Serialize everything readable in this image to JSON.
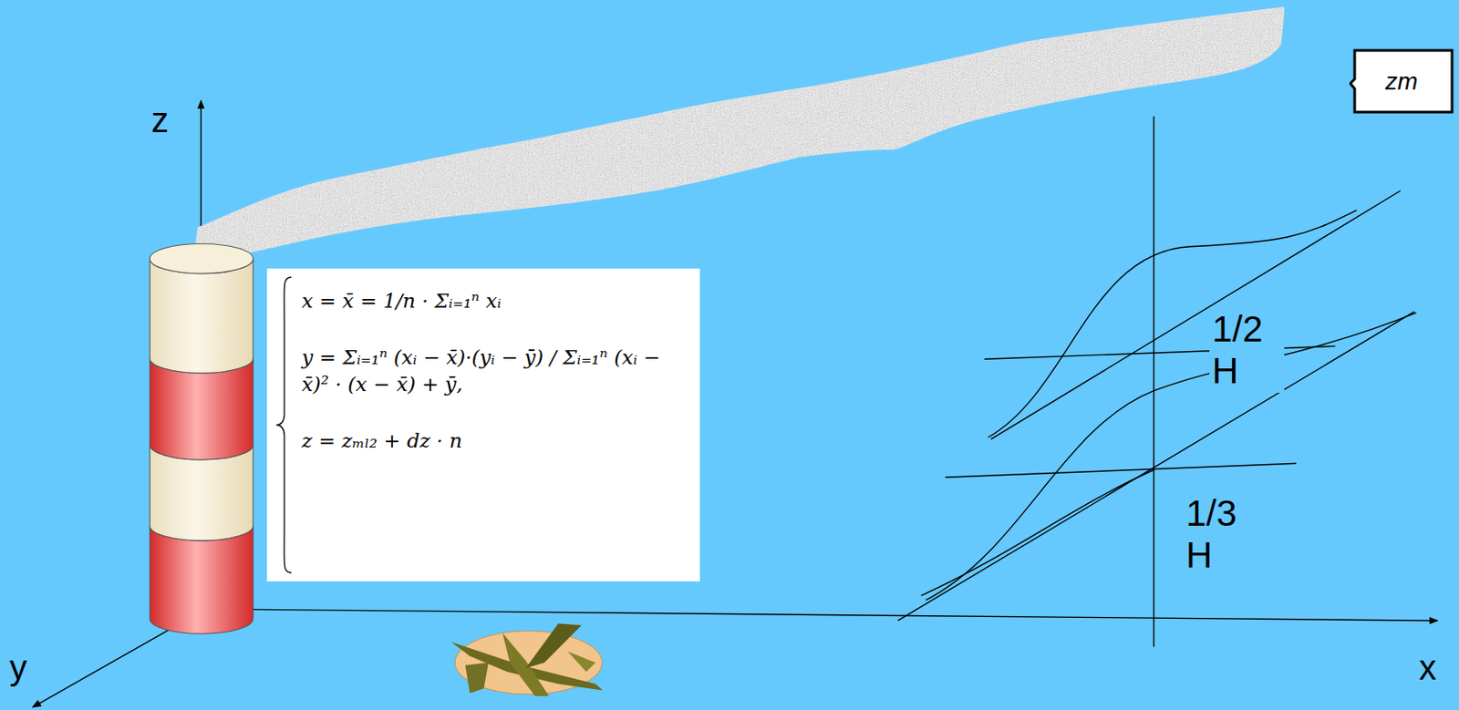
{
  "diagram": {
    "nodes": [
      {
        "text": [
          "x = x̄ = 1/n · Σᵢ₌₁ⁿ xᵢ",
          "y = Σᵢ₌₁ⁿ (xᵢ − x̄)·(yᵢ − ȳ) / Σᵢ₌₁ⁿ (xᵢ − x̄)² · (x − x̄) + ȳ,",
          "z = zₘₗ₂ + dz · n"
        ]
      },
      {
        "text": [
          "zm"
        ]
      }
    ],
    "labels": [
      "z",
      "y",
      "x",
      "1/2 H",
      "1/3 H"
    ]
  }
}
